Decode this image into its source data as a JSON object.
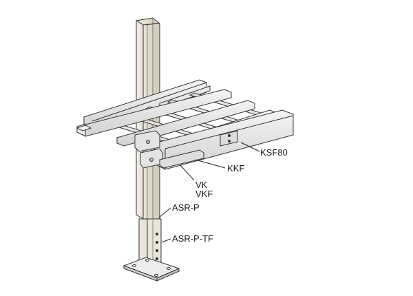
{
  "diagram": {
    "labels": {
      "ksf80": "KSF80",
      "kkf": "KKF",
      "vk": "VK",
      "vkf": "VKF",
      "asr_p": "ASR-P",
      "asr_p_tf": "ASR-P-TF"
    }
  }
}
